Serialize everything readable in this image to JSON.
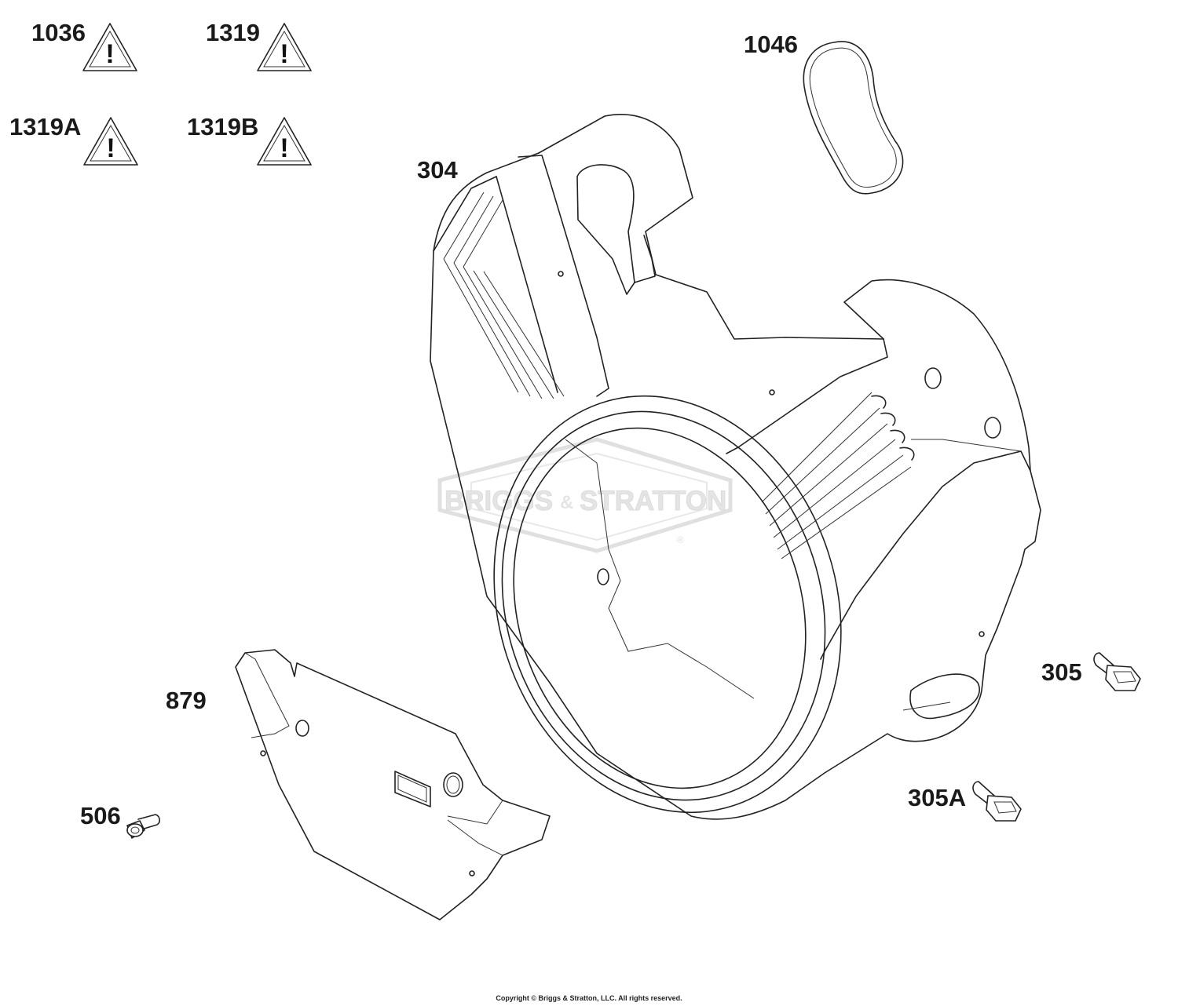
{
  "watermark": {
    "left": "BRIGGS",
    "amp": "&",
    "right": "STRATTON",
    "reg": "®"
  },
  "parts": [
    {
      "id": "1036"
    },
    {
      "id": "1319"
    },
    {
      "id": "1319A"
    },
    {
      "id": "1319B"
    },
    {
      "id": "1046"
    },
    {
      "id": "304"
    },
    {
      "id": "879"
    },
    {
      "id": "506"
    },
    {
      "id": "305"
    },
    {
      "id": "305A"
    }
  ],
  "warning_glyph": "!",
  "copyright": "Copyright © Briggs & Stratton, LLC. All rights reserved."
}
